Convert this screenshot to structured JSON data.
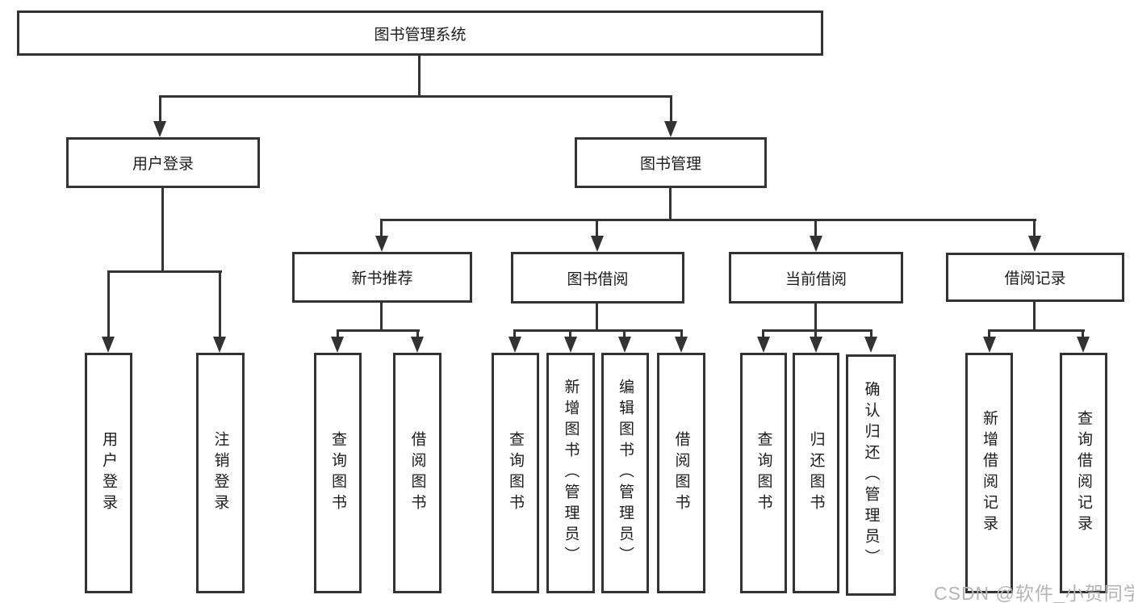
{
  "tree": {
    "root": "图书管理系统",
    "branches": [
      {
        "label": "用户登录",
        "children": [
          {
            "label": "用户登录"
          },
          {
            "label": "注销登录"
          }
        ]
      },
      {
        "label": "图书管理",
        "groups": [
          {
            "label": "新书推荐",
            "children": [
              {
                "label": "查询图书"
              },
              {
                "label": "借阅图书"
              }
            ]
          },
          {
            "label": "图书借阅",
            "children": [
              {
                "label": "查询图书"
              },
              {
                "label": "新增图书（管理员）"
              },
              {
                "label": "编辑图书（管理员）"
              },
              {
                "label": "借阅图书"
              }
            ]
          },
          {
            "label": "当前借阅",
            "children": [
              {
                "label": "查询图书"
              },
              {
                "label": "归还图书"
              },
              {
                "label": "确认归还（管理员）"
              }
            ]
          },
          {
            "label": "借阅记录",
            "children": [
              {
                "label": "新增借阅记录"
              },
              {
                "label": "查询借阅记录"
              }
            ]
          }
        ]
      }
    ]
  },
  "watermark": {
    "text": "CSDN @软件_小贺同学"
  },
  "colors": {
    "line": "#333333",
    "text": "#1c1c1c",
    "background": "#ffffff",
    "watermark": "#b5b5b5"
  }
}
